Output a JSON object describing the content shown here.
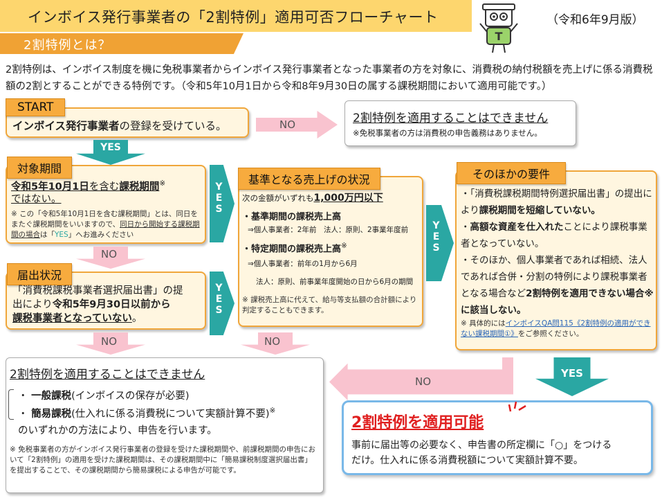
{
  "header": {
    "title": "インボイス発行事業者の「2割特例」適用可否フローチャート",
    "edition": "（令和6年9月版）",
    "subtitle": "2割特例とは？",
    "intro": "2割特例は、インボイス制度を機に免税事業者からインボイス発行事業者となった事業者の方を対象に、消費税の納付税額を売上げに係る消費税額の2割とすることができる特例です。（令和5年10月1日から令和8年9月30日の属する課税期間において適用可能です。）"
  },
  "start": {
    "tag": "START",
    "text_a": "インボイス発行事業者",
    "text_b": "の登録を受けている。"
  },
  "no_top": {
    "label": "NO",
    "title": "2割特例を適用することはできません",
    "note": "※免税事業者の方は消費税の申告義務はありません。"
  },
  "yes_start": "YES",
  "period": {
    "tag": "対象期間",
    "line1_a": "令和5年10月1日",
    "line1_b": "を含む",
    "line1_c": "課税期間",
    "line1_sup": "※",
    "line2": "ではない。",
    "note_a": "※ この「令和5年10月1日を含む課税期間」とは、同日をまたぐ課税期間をいいますので、",
    "note_b": "同日から開始する課税期間の場合",
    "note_c": "は「",
    "note_yes": "YES",
    "note_d": "」へお進みください"
  },
  "no_period": "NO",
  "filing": {
    "tag": "届出状況",
    "line1": "「消費税課税事業者選択届出書」の提",
    "line2_a": "出により",
    "line2_b": "令和5年9月30日以前から",
    "line3": "課税事業者となっていない",
    "line3_end": "。"
  },
  "yes_v1": "YES",
  "yes_v2": "YES",
  "yes_v3": "YES",
  "sales": {
    "tag": "基準となる売上げの状況",
    "lead_a": "次の金額がいずれも",
    "lead_b": "1,000万円以下",
    "item1": "・基準期間の課税売上高",
    "item1_sub": "⇒個人事業者：2年前　法人：原則、2事業年度前",
    "item2": "・特定期間の課税売上高",
    "item2_sup": "※",
    "item2_sub1": "⇒個人事業者：前年の1月から6月",
    "item2_sub2": "法人：原則、前事業年度開始の日から6月の期間",
    "note": "※ 課税売上高に代えて、給与等支払額の合計額により判定することもできます。"
  },
  "other": {
    "tag": "そのほかの要件",
    "i1_a": "「消費税課税期間特例選択届出書」の提出により",
    "i1_b": "課税期間を短縮していない。",
    "i2_a": "高額な資産を仕入れた",
    "i2_b": "ことにより課税事業者となっていない。",
    "i3_a": "そのほか、個人事業者であれば相続、法人であれば合併・分割の特例により課税事業者となる場合など",
    "i3_b": "2割特例を適用できない場合",
    "i3_c": "※に該当しない。",
    "note_a": "※ 具体的には",
    "note_link": "インボイスQA問115《2割特例の適用ができない課税期間①》",
    "note_b": "をご参照ください。"
  },
  "no_filing": "NO",
  "no_sales": "NO",
  "no_other": "NO",
  "yes_other": "YES",
  "result_no": {
    "title": "2割特例を適用することはできません",
    "opt1_a": "一般課税",
    "opt1_b": "(インボイスの保存が必要)",
    "opt2_a": "簡易課税",
    "opt2_b": "(仕入れに係る消費税について実額計算不要)",
    "opt2_sup": "※",
    "tail": "のいずれかの方法により、申告を行います。",
    "note": "※ 免税事業者の方がインボイス発行事業者の登録を受けた課税期間や、前課税期間の申告において「2割特例」の適用を受けた課税期間は、その課税期間中に「簡易課税制度選択届出書」を提出することで、その課税期間から簡易課税による申告が可能です。"
  },
  "result_ok": {
    "title": "2割特例を適用可能",
    "desc1": "事前に届出等の必要なく、申告書の所定欄に「○」をつける",
    "desc2": "だけ。仕入れに係る消費税額について実額計算不要。"
  },
  "colors": {
    "header": "#fdd66e",
    "accent": "#f0a234",
    "teal": "#2aa7a3",
    "pink": "#f9c3cf",
    "red": "#e02020",
    "blue": "#79b8e8"
  }
}
